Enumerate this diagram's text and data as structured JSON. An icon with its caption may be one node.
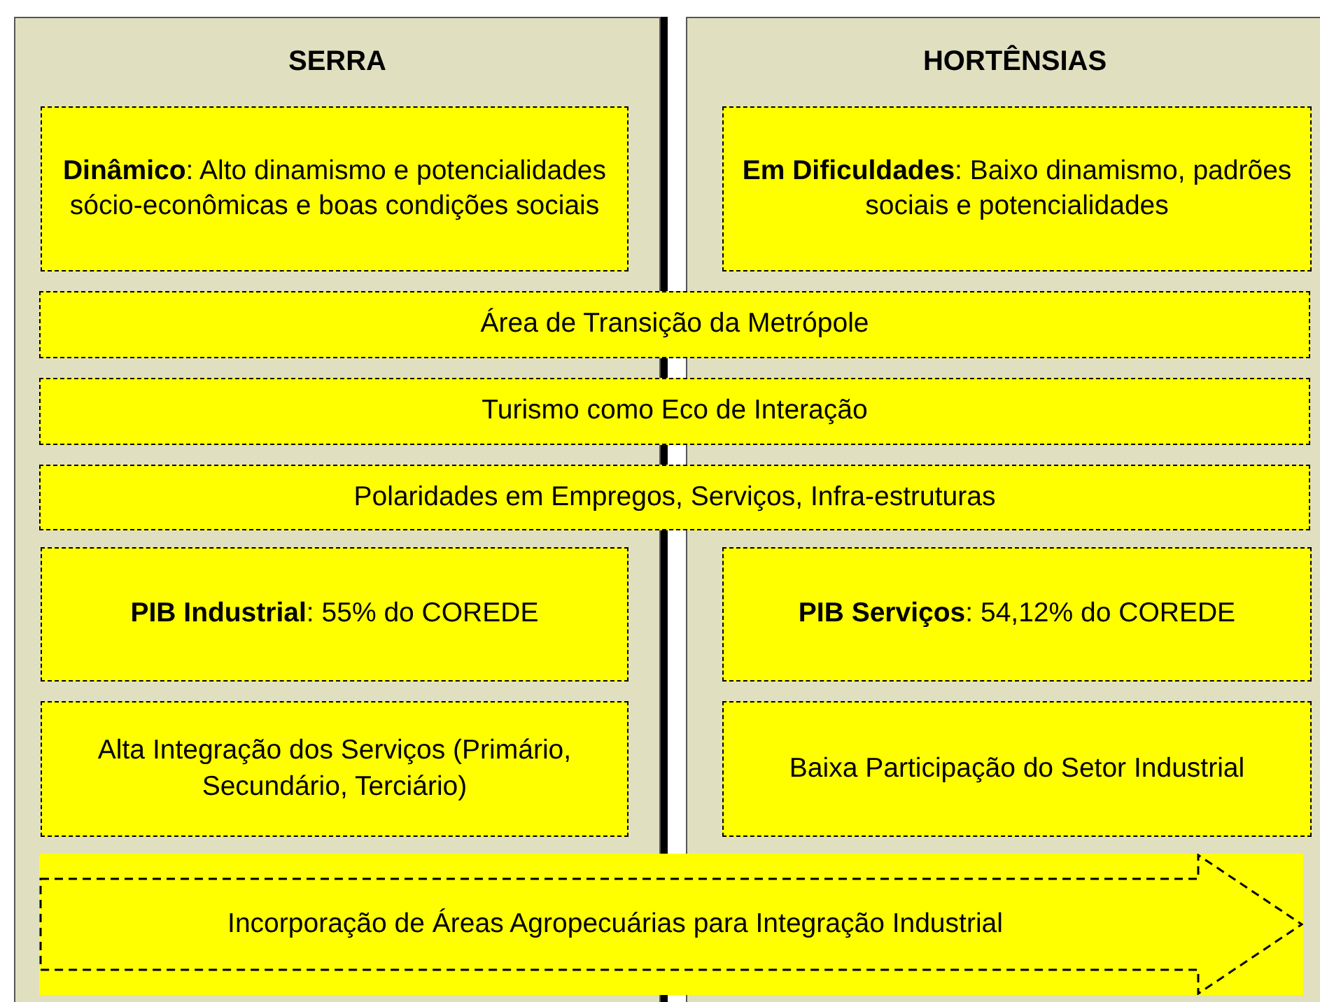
{
  "diagram": {
    "nodes": [
      {
        "text": [
          "SERRA"
        ]
      },
      {
        "text": [
          "HORTÊNSIAS"
        ]
      },
      {
        "text": [
          "**Dinâmico**: Alto dinamismo e potencialidades sócio-econômicas e boas condições sociais"
        ],
        "in": 0
      },
      {
        "text": [
          "**Em Dificuldades**: Baixo dinamismo, padrões sociais e potencialidades"
        ],
        "in": 1
      },
      {
        "text": [
          "Área de Transição da Metrópole"
        ]
      },
      {
        "text": [
          "Turismo como Eco de Interação"
        ]
      },
      {
        "text": [
          "Polaridades em Empregos, Serviços, Infra-estruturas"
        ]
      },
      {
        "text": [
          "**PIB Industrial**: 55% do COREDE"
        ],
        "in": 0
      },
      {
        "text": [
          "**PIB Serviços**: 54,12% do COREDE"
        ],
        "in": 1
      },
      {
        "text": [
          "Alta Integração dos Serviços (Primário, Secundário, Terciário)"
        ],
        "in": 0
      },
      {
        "text": [
          "Baixa Participação do Setor Industrial"
        ],
        "in": 1
      },
      {
        "text": [
          "Incorporação de Áreas Agropecuárias para Integração Industrial"
        ]
      }
    ]
  }
}
